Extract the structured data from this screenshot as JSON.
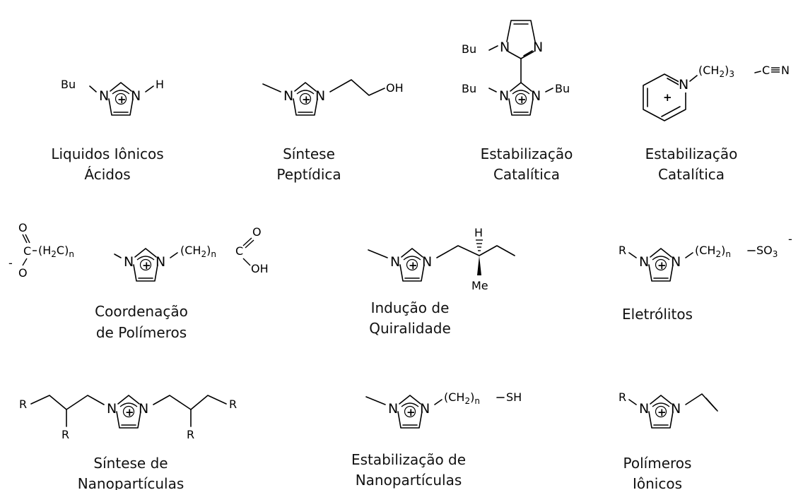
{
  "atoms": {
    "n": "N",
    "h": "H",
    "bu": "Bu",
    "oh": "OH",
    "o": "O",
    "c": "C",
    "r": "R",
    "me": "Me",
    "plus": "+",
    "minus": "-",
    "sh": "SH",
    "so3": "SO",
    "sub3": "3",
    "subn": "n",
    "sub2": "2",
    "ch2": "(CH",
    "close_paren": ")",
    "h2c_open": "(H",
    "h2c_close": "C)",
    "cn_c": "C",
    "cn_n": "N"
  },
  "captions": {
    "c1": [
      "Liquidos Iônicos",
      "Ácidos"
    ],
    "c2": [
      "Síntese",
      "Peptídica"
    ],
    "c3": [
      "Estabilização",
      "Catalítica"
    ],
    "c4": [
      "Estabilização",
      "Catalítica"
    ],
    "c5": [
      "Coordenação",
      "de Polímeros"
    ],
    "c6": [
      "Indução de",
      "Quiralidade"
    ],
    "c7": [
      "Eletrólitos"
    ],
    "c8": [
      "Síntese de",
      "Nanopartículas"
    ],
    "c9": [
      "Estabilização de",
      "Nanopartículas"
    ],
    "c10": [
      "Polímeros",
      "Iônicos"
    ]
  }
}
